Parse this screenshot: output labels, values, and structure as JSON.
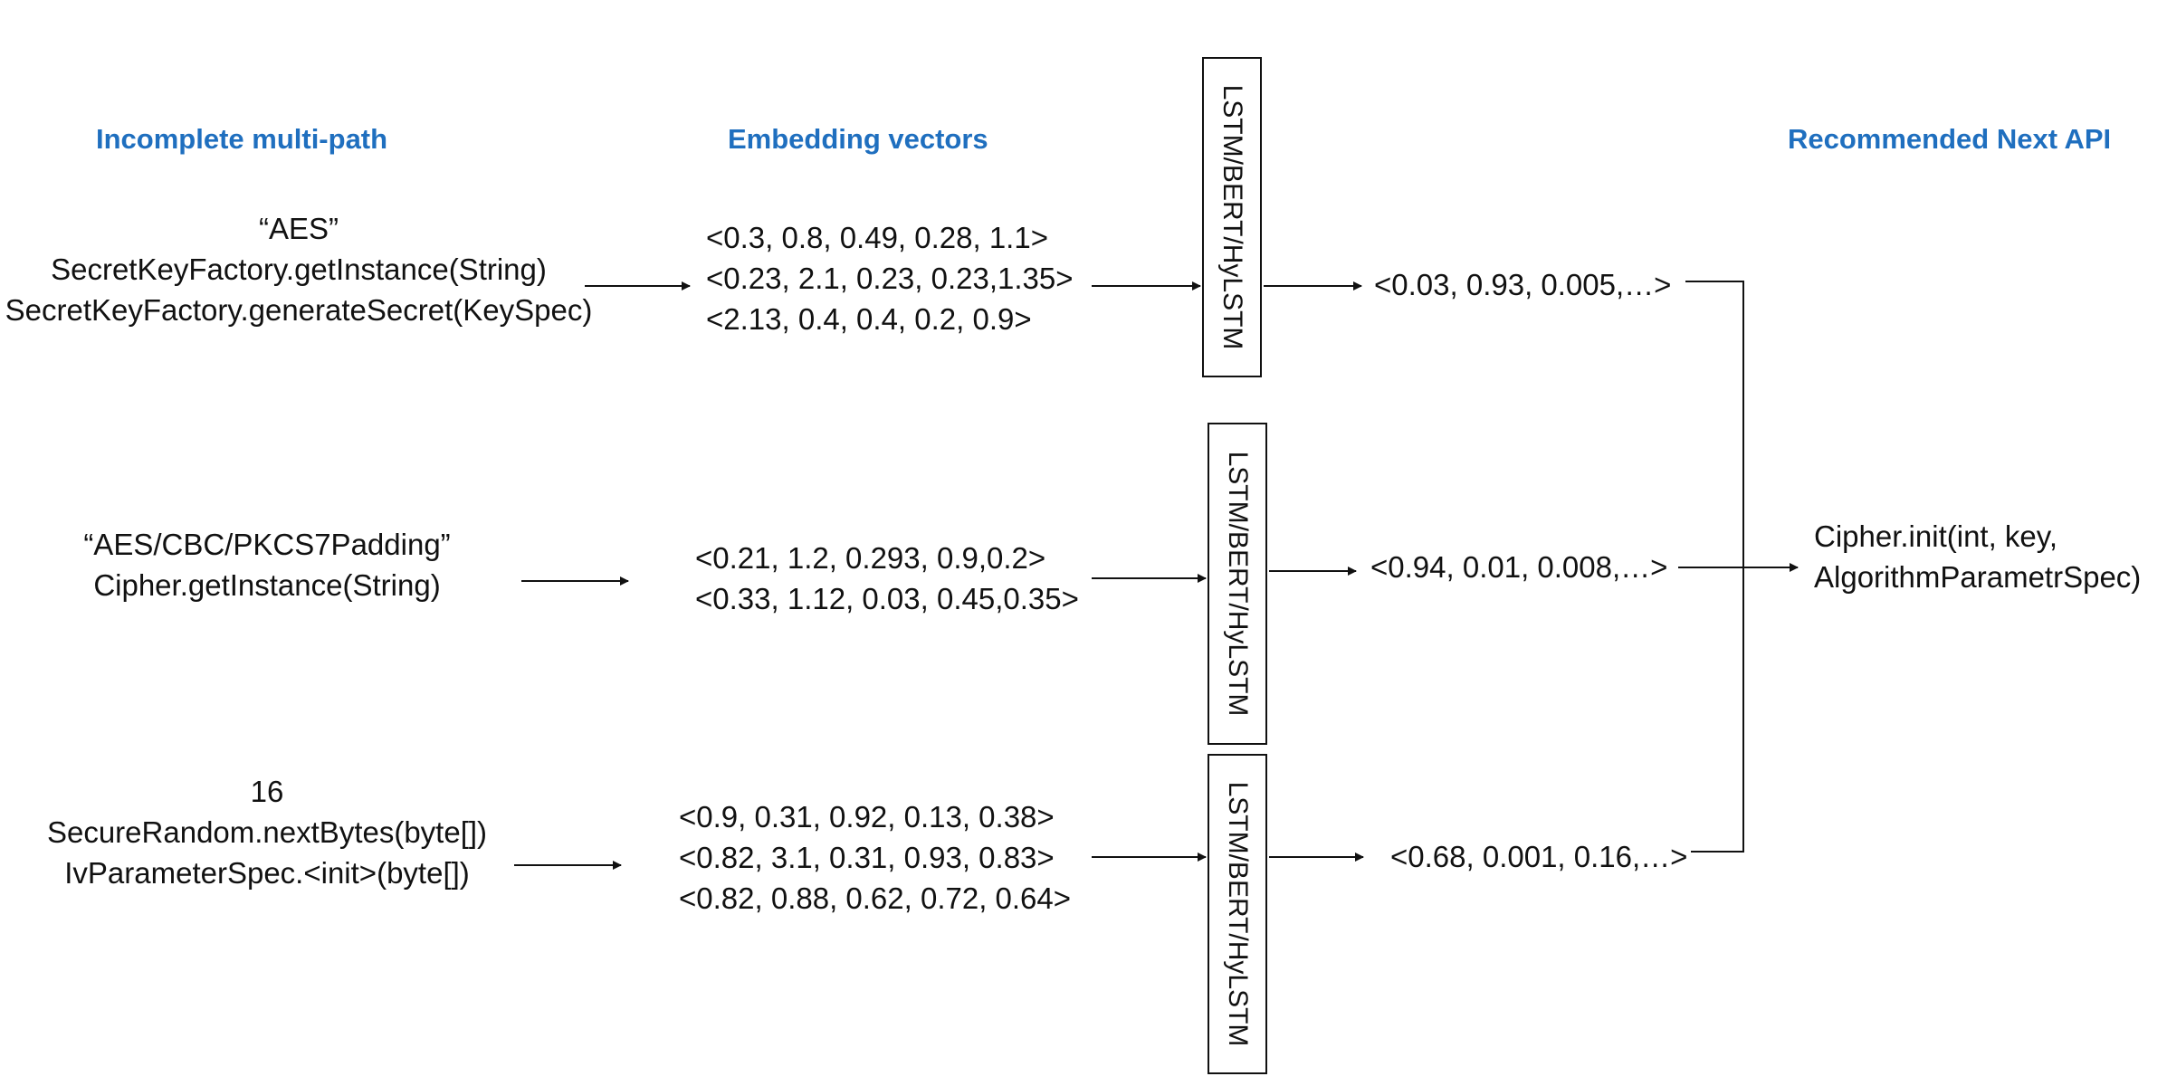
{
  "headers": {
    "input": "Incomplete multi-path",
    "embedding": "Embedding vectors",
    "output": "Recommended Next API"
  },
  "model_label": "LSTM/BERT/HyLSTM",
  "rows": [
    {
      "inputs": [
        "“AES”",
        "SecretKeyFactory.getInstance(String)",
        "SecretKeyFactory.generateSecret(KeySpec)"
      ],
      "vectors": [
        "<0.3, 0.8, 0.49, 0.28, 1.1>",
        "<0.23, 2.1, 0.23, 0.23,1.35>",
        "<2.13, 0.4, 0.4, 0.2, 0.9>"
      ],
      "output": "<0.03, 0.93, 0.005,…>"
    },
    {
      "inputs": [
        "“AES/CBC/PKCS7Padding”",
        "Cipher.getInstance(String)"
      ],
      "vectors": [
        "<0.21, 1.2, 0.293, 0.9,0.2>",
        "<0.33, 1.12, 0.03, 0.45,0.35>"
      ],
      "output": "<0.94, 0.01, 0.008,…>"
    },
    {
      "inputs": [
        "16",
        "SecureRandom.nextBytes(byte[])",
        "IvParameterSpec.<init>(byte[])"
      ],
      "vectors": [
        "<0.9, 0.31, 0.92, 0.13, 0.38>",
        "<0.82, 3.1, 0.31, 0.93, 0.83>",
        "<0.82, 0.88, 0.62, 0.72, 0.64>"
      ],
      "output": "<0.68, 0.001, 0.16,…>"
    }
  ],
  "result": [
    "Cipher.init(int, key,",
    "AlgorithmParametrSpec)"
  ]
}
